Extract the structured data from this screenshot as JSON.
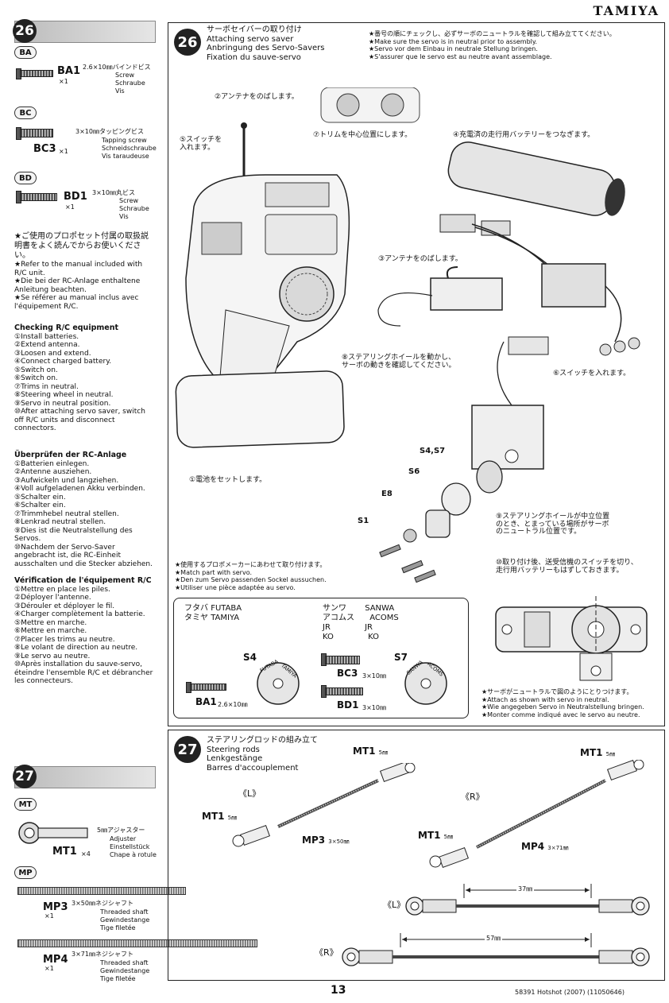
{
  "brand": "TAMIYA",
  "left": {
    "step26": "26",
    "bags": [
      {
        "tag": "BA",
        "code": "BA1",
        "qty": "×1",
        "desc": [
          "2.6×10㎜バインドビス",
          "Screw",
          "Schraube",
          "Vis"
        ]
      },
      {
        "tag": "BC",
        "code": "BC3",
        "qty": "×1",
        "desc": [
          "3×10㎜タッピングビス",
          "Tapping screw",
          "Schneidschraube",
          "Vis taraudeuse"
        ]
      },
      {
        "tag": "BD",
        "code": "BD1",
        "qty": "×1",
        "desc": [
          "3×10㎜丸ビス",
          "Screw",
          "Schraube",
          "Vis"
        ]
      }
    ],
    "manual_notes": [
      "★ご使用のプロポセット付属の取扱説明書をよく読んでからお使いください。",
      "★Refer to the manual included with R/C unit.",
      "★Die bei der RC-Anlage enthaltene Anleitung beachten.",
      "★Se référer au manual inclus avec l'équipement R/C."
    ],
    "check_en_title": "Checking R/C equipment",
    "check_en": [
      "①Install batteries.",
      "②Extend antenna.",
      "③Loosen and extend.",
      "④Connect charged battery.",
      "⑤Switch on.",
      "⑥Switch on.",
      "⑦Trims in neutral.",
      "⑧Steering wheel in neutral.",
      "⑨Servo in neutral position.",
      "⑩After attaching servo saver, switch off R/C units and disconnect connectors."
    ],
    "check_de_title": "Überprüfen der RC-Anlage",
    "check_de": [
      "①Batterien einlegen.",
      "②Antenne ausziehen.",
      "③Aufwickeln und langziehen.",
      "④Voll aufgeladenen Akku verbinden.",
      "⑤Schalter ein.",
      "⑥Schalter ein.",
      "⑦Trimmhebel neutral stellen.",
      "⑧Lenkrad neutral stellen.",
      "⑨Dies ist die Neutralstellung des Servos.",
      "⑩Nachdem der Servo-Saver angebracht ist, die RC-Einheit ausschalten und die Stecker abziehen."
    ],
    "check_fr_title": "Vérification de l'équipement R/C",
    "check_fr": [
      "①Mettre en place les piles.",
      "②Déployer l'antenne.",
      "③Dérouler et déployer le fil.",
      "④Charger complètement la batterie.",
      "⑤Mettre en marche.",
      "⑥Mettre en marche.",
      "⑦Placer les trims au neutre.",
      "⑧Le volant de direction au neutre.",
      "⑨Le servo au neutre.",
      "⑩Après installation du sauve-servo, éteindre l'ensemble R/C et débrancher les connecteurs."
    ],
    "step27": "27",
    "bag_mt": {
      "tag": "MT",
      "code": "MT1",
      "qty": "×4",
      "desc": [
        "5㎜アジャスター",
        "Adjuster",
        "Einstellstück",
        "Chape à rotule"
      ]
    },
    "bag_mp": "MP",
    "mp3": {
      "code": "MP3",
      "qty": "×1",
      "desc": [
        "3×50㎜ネジシャフト",
        "Threaded shaft",
        "Gewindestange",
        "Tige filetée"
      ]
    },
    "mp4": {
      "code": "MP4",
      "qty": "×1",
      "desc": [
        "3×71㎜ネジシャフト",
        "Threaded shaft",
        "Gewindestange",
        "Tige filetée"
      ]
    }
  },
  "s26": {
    "num": "26",
    "titles": [
      "サーボセイバーの取り付け",
      "Attaching servo saver",
      "Anbringung des Servo-Savers",
      "Fixation du sauve-servo"
    ],
    "notes": [
      "★番号の順にチェックし、必ずサーボのニュートラルを確認して組み立ててください。",
      "★Make sure the servo is in neutral prior to assembly.",
      "★Servo vor dem Einbau in neutrale Stellung bringen.",
      "★S'assurer que le servo est au neutre avant assemblage."
    ],
    "c2": "②アンテナをのばします。",
    "c5": [
      "⑤スイッチを",
      "入れます。"
    ],
    "c7": "⑦トリムを中心位置にします。",
    "c4": "④充電済の走行用バッテリーをつなぎます。",
    "c3": "③アンテナをのばします。",
    "c8": [
      "⑧ステアリングホイールを動かし、",
      "サーボの動きを確認してください。"
    ],
    "c6": "⑥スイッチを入れます。",
    "c1": "①電池をセットします。",
    "parts": [
      "S4,S7",
      "S6",
      "E8",
      "S1"
    ],
    "c9": [
      "⑨ステアリングホイールが中立位置",
      "のとき、とまっている場所がサーボ",
      "のニュートラル位置です。"
    ],
    "c10": [
      "⑩取り付け後、送受信機のスイッチを切り、",
      "走行用バッテリーもはずしておきます。"
    ],
    "match": [
      "★使用するプロポメーカーにあわせて取り付けます。",
      "★Match part with servo.",
      "★Den zum Servo passenden Sockel aussuchen.",
      "★Utiliser une pièce adaptée au servo."
    ],
    "makers_jp": [
      "フタバ",
      "タミヤ",
      "サンワ",
      "アコムス",
      "JR",
      "KO"
    ],
    "makers_en": [
      "FUTABA",
      "TAMIYA",
      "SANWA",
      "ACOMS",
      "JR",
      "KO"
    ],
    "s4": "S4",
    "s7": "S7",
    "s4_text": [
      "FUTABA",
      "TAMIYA"
    ],
    "s7_text": [
      "SANWA",
      "ACOMS"
    ],
    "bc3": "BC3",
    "bc3_size": "3×10㎜",
    "ba1": "BA1",
    "ba1_size": "2.6×10㎜",
    "bd1": "BD1",
    "bd1_size": "3×10㎜",
    "neutral": [
      "★サーボがニュートラルで図のようにとりつけます。",
      "★Attach as shown with servo in neutral.",
      "★Wie angegeben Servo in Neutralstellung bringen.",
      "★Monter comme indiqué avec le servo au neutre."
    ]
  },
  "s27": {
    "num": "27",
    "titles": [
      "ステアリングロッドの組み立て",
      "Steering rods",
      "Lenkgestänge",
      "Barres d'accouplement"
    ],
    "mt1": "MT1",
    "mt_size": "5㎜",
    "L": "《L》",
    "R": "《R》",
    "mp3": "MP3",
    "mp3_size": "3×50㎜",
    "mp4": "MP4",
    "mp4_size": "3×71㎜",
    "dim37": "37㎜",
    "dim57": "57㎜"
  },
  "footer": {
    "page": "13",
    "code": "58391 Hotshot (2007) (11050646)"
  }
}
